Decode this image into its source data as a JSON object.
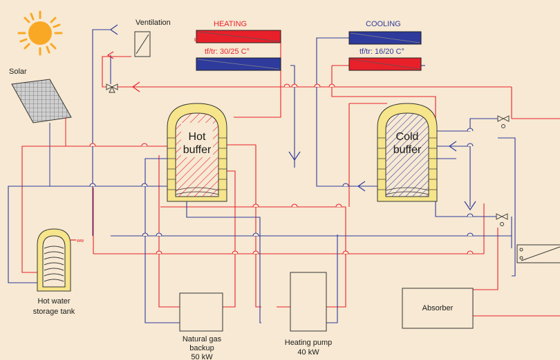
{
  "labels": {
    "solar": "Solar",
    "ventilation": "Ventilation",
    "heating": "HEATING",
    "heating_temps": "tf/tr: 30/25 C°",
    "cooling": "COOLING",
    "cooling_temps": "tf/tr: 16/20 C°",
    "hot_buffer_line1": "Hot",
    "hot_buffer_line2": "buffer",
    "cold_buffer_line1": "Cold",
    "cold_buffer_line2": "buffer",
    "hot_water_line1": "Hot water",
    "hot_water_line2": "storage tank",
    "gas_line1": "Natural gas",
    "gas_line2": "backup",
    "gas_line3": "50 kW",
    "pump_line1": "Heating pump",
    "pump_line2": "40 kW",
    "absorber": "Absorber",
    "heater_tag": "ww"
  },
  "colors": {
    "background": "#f7e9d3",
    "hot_pipe": "#e8202a",
    "cold_pipe": "#2e3a9c",
    "insulation": "#f6e58a",
    "sun": "#f9a825",
    "heating_title": "#e8202a",
    "cooling_title": "#2e3a9c"
  }
}
